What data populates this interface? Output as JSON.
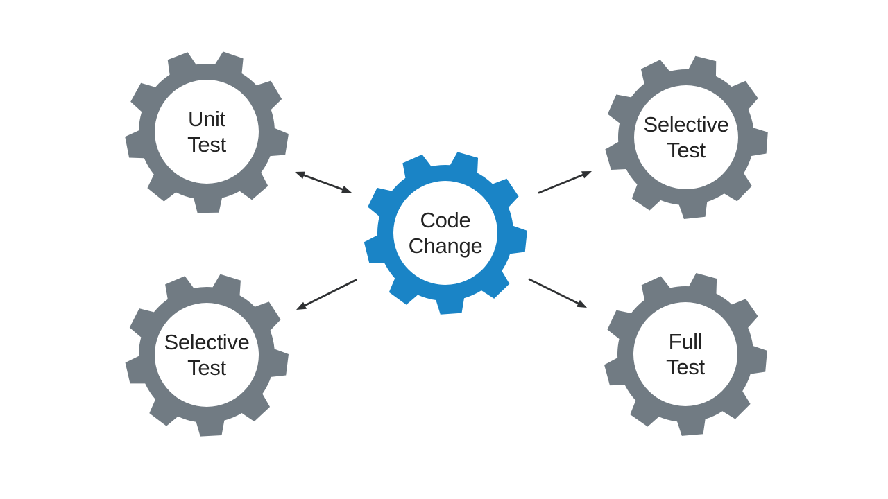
{
  "title": "Code change test selection gear diagram",
  "colors": {
    "background": "#ffffff",
    "center_gear": "#1a84c6",
    "satellite_gear": "#717b83",
    "gear_hole": "#ffffff",
    "arrow": "#2f3133",
    "label_text": "#232323"
  },
  "center_gear": {
    "id": "code-change",
    "label_line1": "Code",
    "label_line2": "Change"
  },
  "satellite_gears": [
    {
      "id": "unit-test",
      "position": "top-left",
      "label_line1": "Unit",
      "label_line2": "Test"
    },
    {
      "id": "selective-test-top-right",
      "position": "top-right",
      "label_line1": "Selective",
      "label_line2": "Test"
    },
    {
      "id": "selective-test-bottom-left",
      "position": "bottom-left",
      "label_line1": "Selective",
      "label_line2": "Test"
    },
    {
      "id": "full-test",
      "position": "bottom-right",
      "label_line1": "Full",
      "label_line2": "Test"
    }
  ],
  "arrows": [
    {
      "from": "unit-test",
      "to": "code-change",
      "bidirectional": true
    },
    {
      "from": "code-change",
      "to": "selective-test-top-right",
      "bidirectional": false
    },
    {
      "from": "code-change",
      "to": "selective-test-bottom-left",
      "bidirectional": false
    },
    {
      "from": "code-change",
      "to": "full-test",
      "bidirectional": false
    }
  ]
}
